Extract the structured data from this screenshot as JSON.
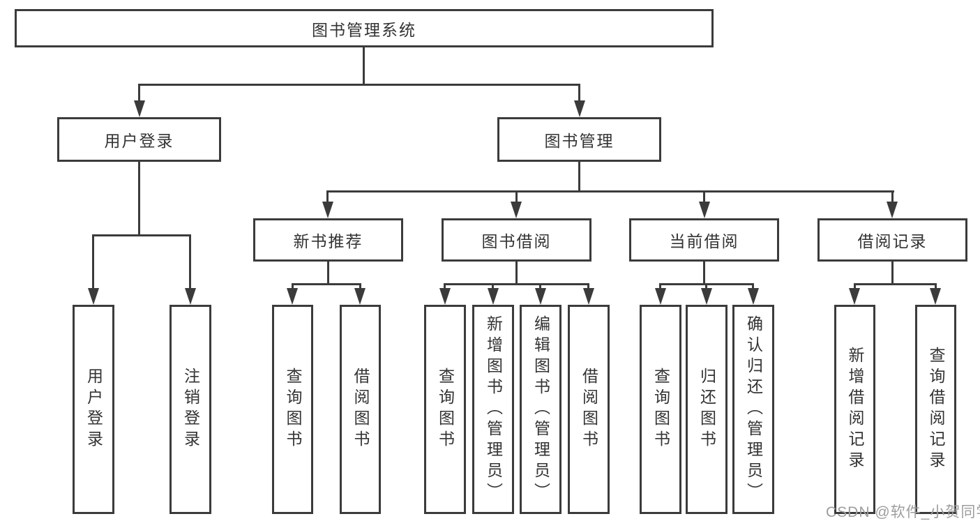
{
  "diagram_type": "functional-structure-tree",
  "tree": {
    "root": {
      "label": "图书管理系统",
      "children": [
        {
          "label": "用户登录",
          "children": [
            {
              "label": "用户登录"
            },
            {
              "label": "注销登录"
            }
          ]
        },
        {
          "label": "图书管理",
          "children": [
            {
              "label": "新书推荐",
              "children": [
                {
                  "label": "查询图书"
                },
                {
                  "label": "借阅图书"
                }
              ]
            },
            {
              "label": "图书借阅",
              "children": [
                {
                  "label": "查询图书"
                },
                {
                  "label": "新增图书（管理员）"
                },
                {
                  "label": "编辑图书（管理员）"
                },
                {
                  "label": "借阅图书"
                }
              ]
            },
            {
              "label": "当前借阅",
              "children": [
                {
                  "label": "查询图书"
                },
                {
                  "label": "归还图书"
                },
                {
                  "label": "确认归还（管理员）"
                }
              ]
            },
            {
              "label": "借阅记录",
              "children": [
                {
                  "label": "新增借阅记录"
                },
                {
                  "label": "查询借阅记录"
                }
              ]
            }
          ]
        }
      ]
    }
  },
  "watermark": {
    "text": "CSDN @软件_小贺同学"
  },
  "colors": {
    "line": "#3b3b3b",
    "box_border": "#3b3b3b",
    "box_background": "#ffffff",
    "text": "#333333",
    "watermark": "#9d9d9d",
    "page_background": "#ffffff"
  }
}
